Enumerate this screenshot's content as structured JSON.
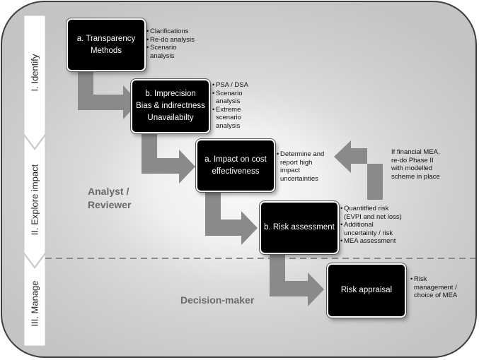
{
  "phases": [
    "I. Identify",
    "II. Explore impact",
    "III. Manage"
  ],
  "roles": {
    "analyst": "Analyst /\nReviewer",
    "decision_maker": "Decision-maker"
  },
  "boxes": [
    {
      "lines": [
        "a. Transparency",
        "Methods"
      ],
      "bullets": [
        "Clarifications",
        "Re-do analysis",
        "Scenario\nanalysis"
      ]
    },
    {
      "lines": [
        "b. Imprecision",
        "Bias & indirectness",
        "Unavailabilty"
      ],
      "bullets": [
        "PSA / DSA",
        "Scenario\nanalysis",
        "Extreme\nscenario\nanalysis"
      ]
    },
    {
      "lines": [
        "a. Impact on cost",
        "effectiveness"
      ],
      "bullets": [
        "Determine and\nreport high\nimpact\nuncertainties"
      ]
    },
    {
      "lines": [
        "b. Risk assessment"
      ],
      "bullets": [
        "Quantitfied risk\n(EVPI and net loss)",
        "Additional\nuncertainty /  risk",
        "MEA assessment"
      ]
    },
    {
      "lines": [
        "Risk appraisal"
      ],
      "bullets": [
        "Risk\nmanagement /\nchoice of MEA"
      ]
    }
  ],
  "feedback_note": "If financial MEA,\nre-do Phase II\nwith modelled\nscheme in place",
  "colors": {
    "arrow": "#8a8a8a",
    "box": "#000000",
    "chevron": "#ffffff",
    "border": "#3f3f3f"
  }
}
